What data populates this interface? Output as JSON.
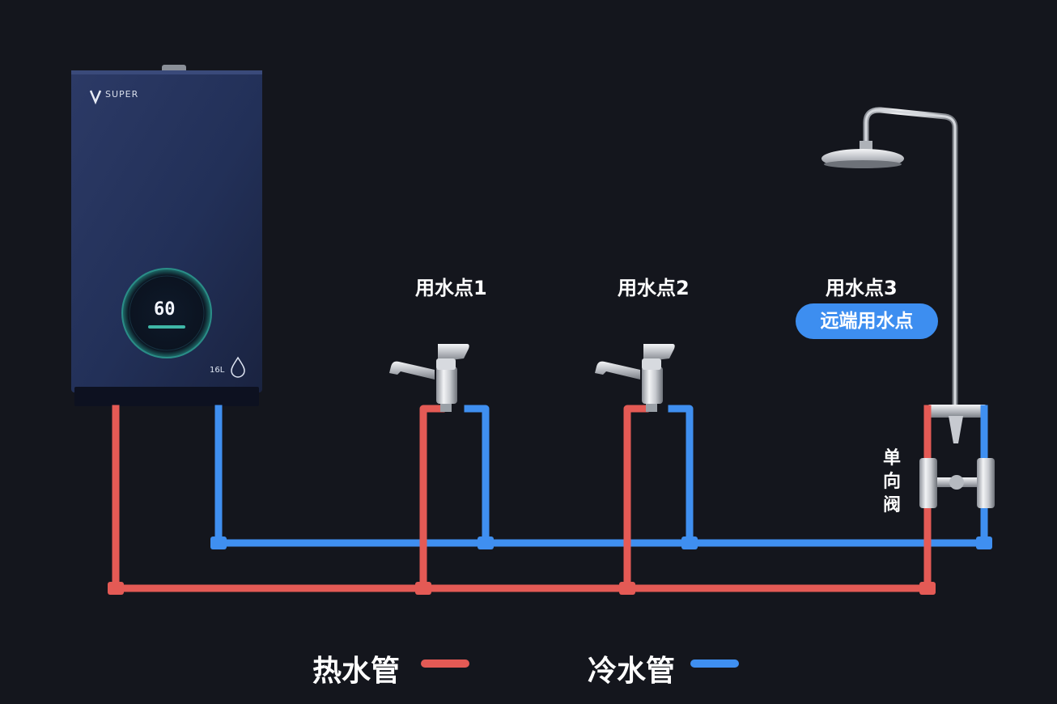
{
  "heater": {
    "brand": "SUPER",
    "display_temperature": "60",
    "capacity": "16L"
  },
  "points": [
    {
      "label": "用水点1"
    },
    {
      "label": "用水点2"
    },
    {
      "label": "用水点3",
      "tag": "远端用水点"
    }
  ],
  "valve": {
    "label": "单向阀"
  },
  "legend": {
    "hot": {
      "label": "热水管",
      "color": "#e45a55"
    },
    "cold": {
      "label": "冷水管",
      "color": "#3f8ff0"
    }
  }
}
